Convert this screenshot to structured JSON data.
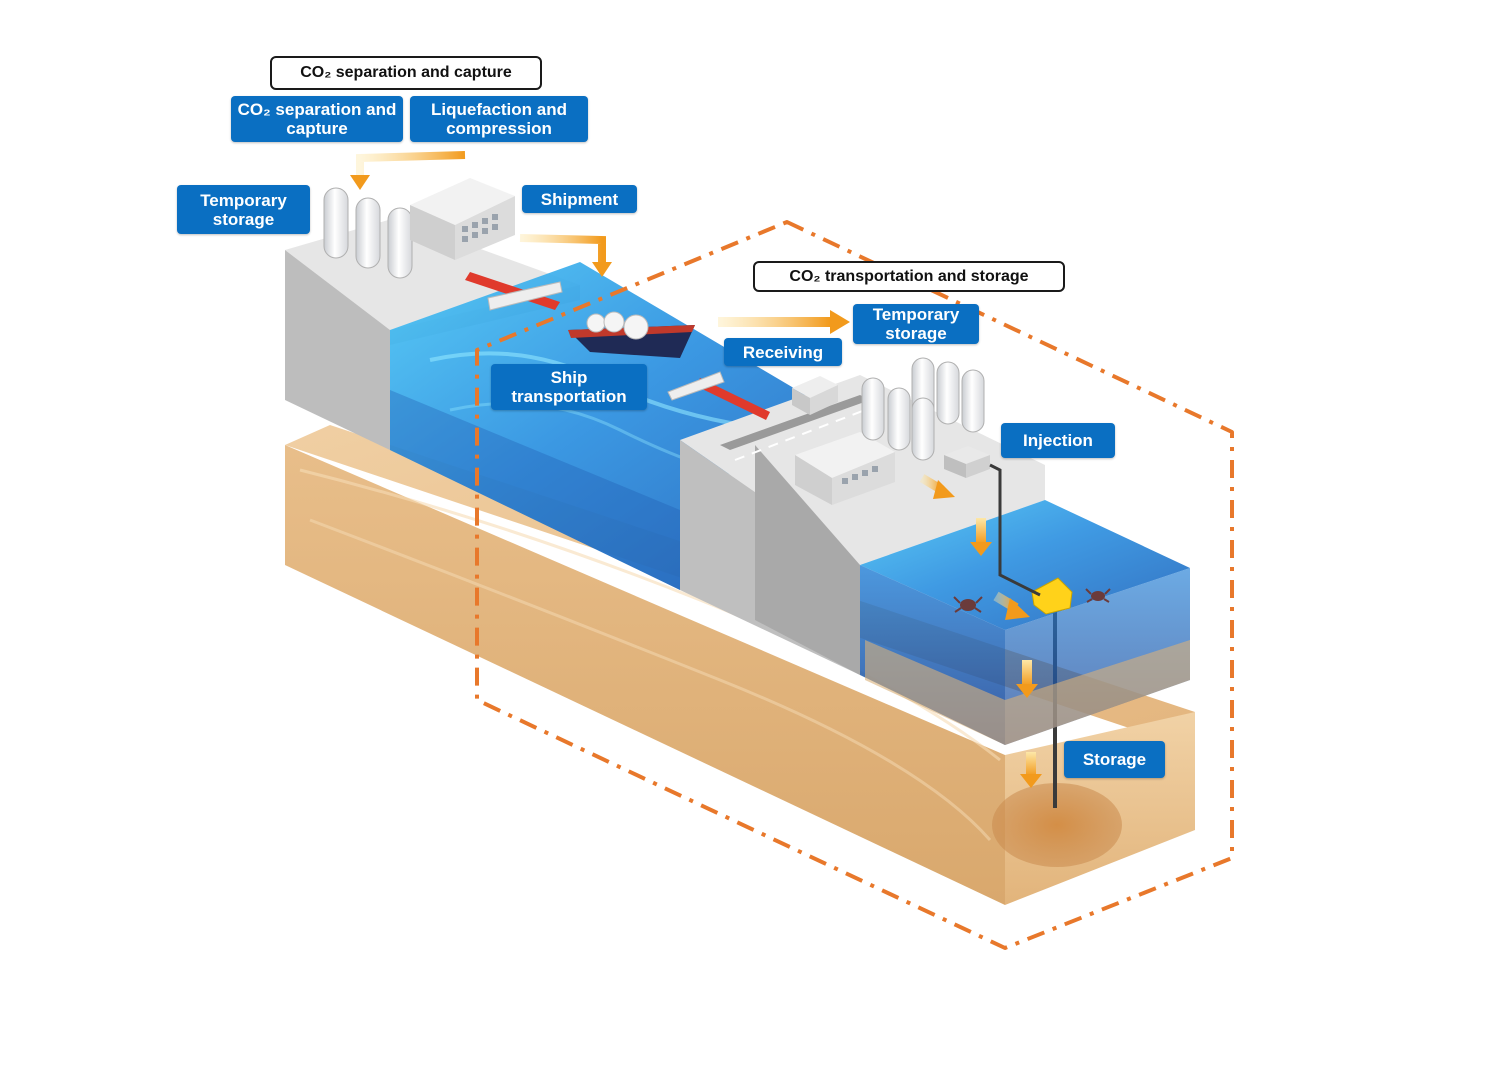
{
  "sections": {
    "capture": "CO₂ separation and capture",
    "transport_storage": "CO₂ transportation and storage"
  },
  "steps": {
    "separation_capture": "CO₂ separation and capture",
    "liquefaction_compression": "Liquefaction and compression",
    "temporary_storage_origin": "Temporary storage",
    "shipment": "Shipment",
    "ship_transportation": "Ship transportation",
    "receiving": "Receiving",
    "temporary_storage_destination": "Temporary storage",
    "injection": "Injection",
    "storage": "Storage"
  },
  "colors": {
    "label_blue": "#0a6fc2",
    "flow_arrow": "#f5a623",
    "boundary_dash": "#e8782b",
    "sea": "#2a7fd6",
    "sand": "#e2b783",
    "concrete": "#d9d9d9"
  },
  "icons": [
    "storage-tank-icon",
    "factory-building-icon",
    "ship-icon",
    "crab-icon",
    "wellhead-icon",
    "pier-icon"
  ]
}
